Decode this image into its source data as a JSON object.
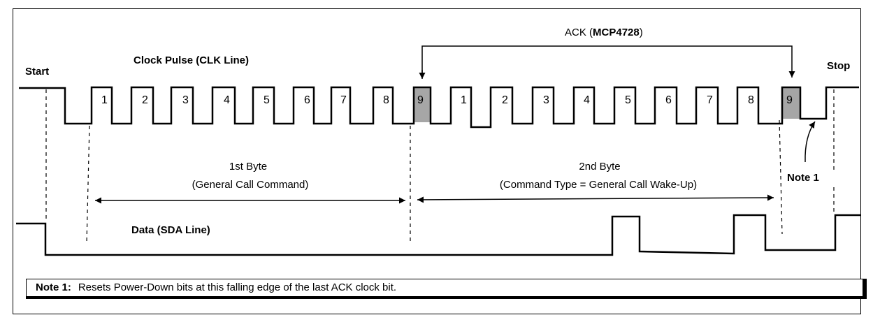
{
  "labels": {
    "start": "Start",
    "stop": "Stop",
    "clock": "Clock Pulse (CLK Line)",
    "data": "Data (SDA Line)",
    "ack_prefix": "ACK (",
    "ack_device": "MCP4728",
    "ack_suffix": ")",
    "byte1_title": "1st Byte",
    "byte1_desc": "(General Call Command)",
    "byte2_title": "2nd Byte",
    "byte2_desc": "(Command Type = General Call Wake-Up)",
    "note1_marker": "Note 1"
  },
  "clock_numbers_byte1": [
    "1",
    "2",
    "3",
    "4",
    "5",
    "6",
    "7",
    "8",
    "9"
  ],
  "clock_numbers_byte2": [
    "1",
    "2",
    "3",
    "4",
    "5",
    "6",
    "7",
    "8",
    "9"
  ],
  "note": {
    "label": "Note 1:",
    "text": "Resets Power-Down bits at this falling edge of the last ACK clock bit."
  },
  "colors": {
    "ack_highlight": "#a6a6a6",
    "line": "#000000"
  }
}
